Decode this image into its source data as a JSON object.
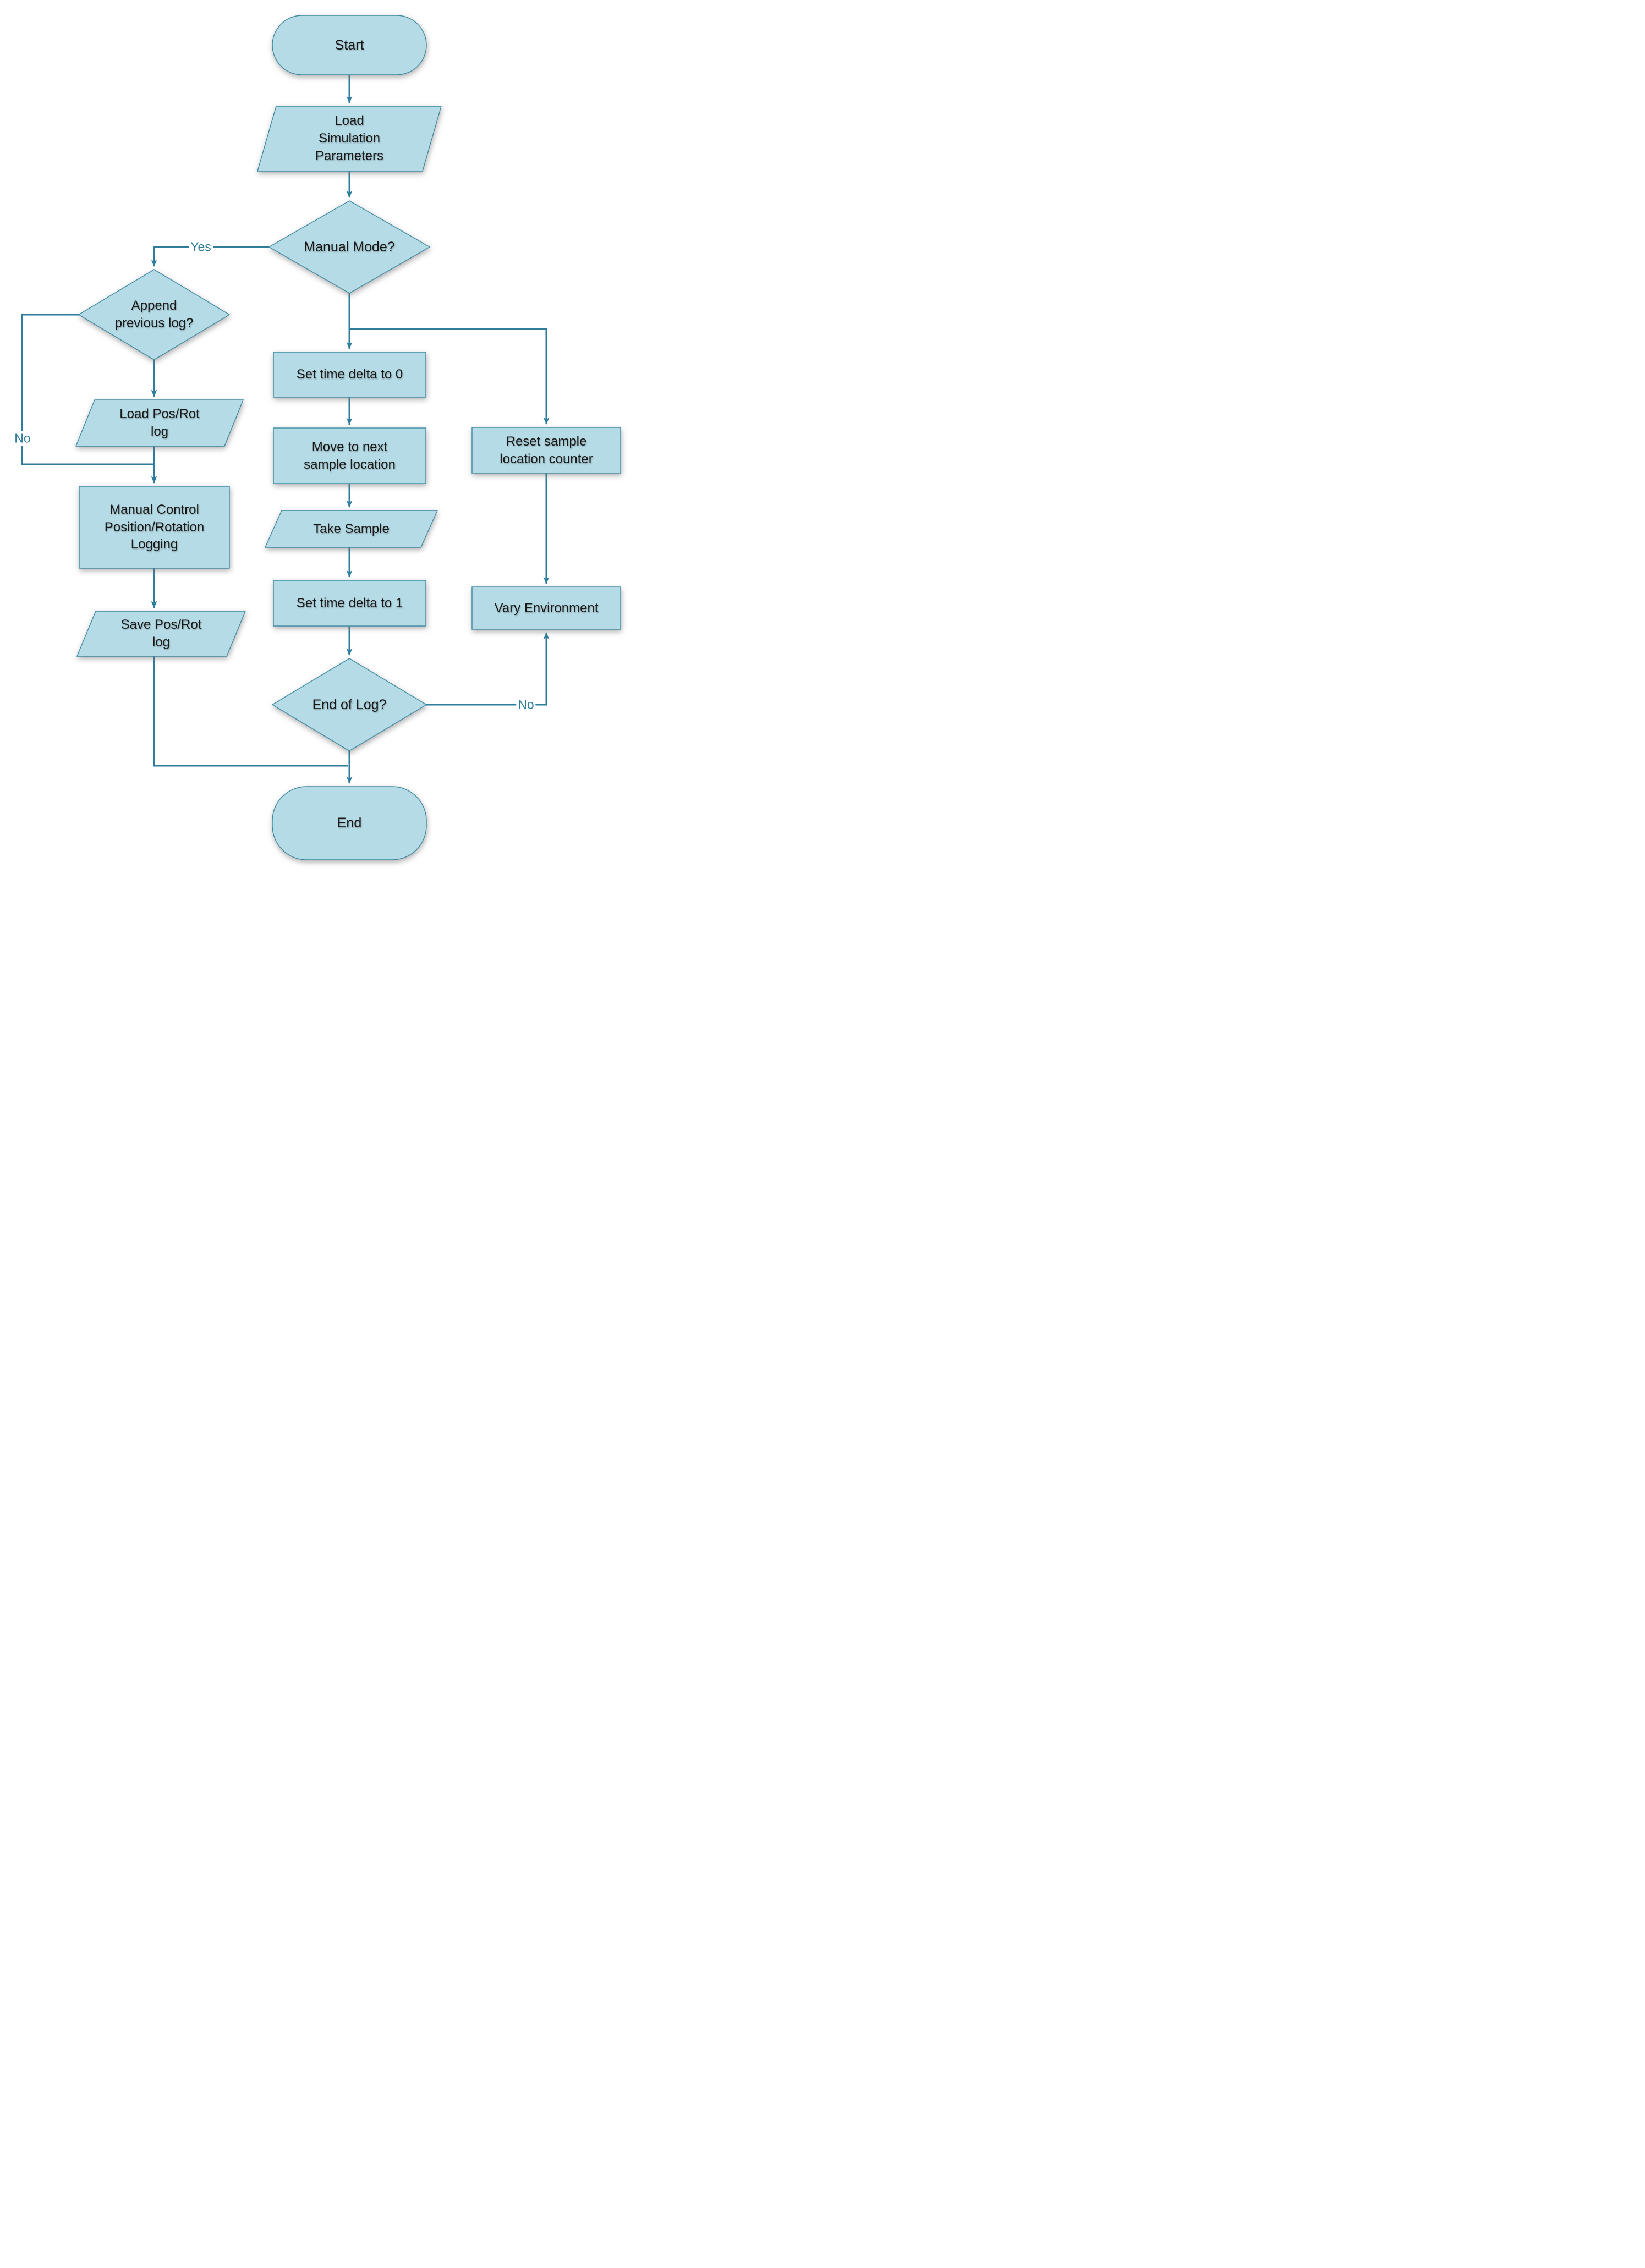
{
  "diagram": {
    "type": "flowchart",
    "description": "Simulation sampling loop flowchart with manual-mode logging branch"
  },
  "colors": {
    "node_fill": "#b5dbe6",
    "node_stroke": "#3d89a2",
    "connector": "#2e7d9c",
    "label_text": "#2e7d9c",
    "node_text": "#181818",
    "background": "#ffffff"
  },
  "nodes": {
    "start": {
      "type": "terminator",
      "label": "Start"
    },
    "load_sim": {
      "type": "input-output",
      "label": "Load\nSimulation\nParameters"
    },
    "manual_mode": {
      "type": "decision",
      "label": "Manual Mode?"
    },
    "append_prev": {
      "type": "decision",
      "label": "Append\nprevious log?"
    },
    "load_pos_rot": {
      "type": "input-output",
      "label": "Load Pos/Rot\nlog"
    },
    "manual_control": {
      "type": "process",
      "label": "Manual Control\nPosition/Rotation\nLogging"
    },
    "save_pos_rot": {
      "type": "input-output",
      "label": "Save Pos/Rot\nlog"
    },
    "set_delta0": {
      "type": "process",
      "label": "Set time delta to 0"
    },
    "move_next": {
      "type": "process",
      "label": "Move to next\nsample location"
    },
    "take_sample": {
      "type": "input-output",
      "label": "Take Sample"
    },
    "set_delta1": {
      "type": "process",
      "label": "Set time delta to 1"
    },
    "end_of_log": {
      "type": "decision",
      "label": "End of Log?"
    },
    "reset_counter": {
      "type": "process",
      "label": "Reset sample\nlocation counter"
    },
    "vary_env": {
      "type": "process",
      "label": "Vary Environment"
    },
    "end": {
      "type": "terminator",
      "label": "End"
    }
  },
  "edge_labels": {
    "yes": "Yes",
    "no_left": "No",
    "no_right": "No"
  },
  "edges": [
    {
      "from": "start",
      "to": "load_sim",
      "label": ""
    },
    {
      "from": "load_sim",
      "to": "manual_mode",
      "label": ""
    },
    {
      "from": "manual_mode",
      "to": "append_prev",
      "label": "Yes"
    },
    {
      "from": "manual_mode",
      "to": "set_delta0",
      "label": ""
    },
    {
      "from": "manual_mode",
      "to": "reset_counter",
      "label": ""
    },
    {
      "from": "append_prev",
      "to": "load_pos_rot",
      "label": ""
    },
    {
      "from": "append_prev",
      "to": "manual_control",
      "label": "No"
    },
    {
      "from": "load_pos_rot",
      "to": "manual_control",
      "label": ""
    },
    {
      "from": "manual_control",
      "to": "save_pos_rot",
      "label": ""
    },
    {
      "from": "save_pos_rot",
      "to": "end",
      "label": ""
    },
    {
      "from": "set_delta0",
      "to": "move_next",
      "label": ""
    },
    {
      "from": "move_next",
      "to": "take_sample",
      "label": ""
    },
    {
      "from": "take_sample",
      "to": "set_delta1",
      "label": ""
    },
    {
      "from": "set_delta1",
      "to": "end_of_log",
      "label": ""
    },
    {
      "from": "end_of_log",
      "to": "end",
      "label": ""
    },
    {
      "from": "end_of_log",
      "to": "vary_env",
      "label": "No"
    },
    {
      "from": "reset_counter",
      "to": "vary_env",
      "label": ""
    }
  ]
}
